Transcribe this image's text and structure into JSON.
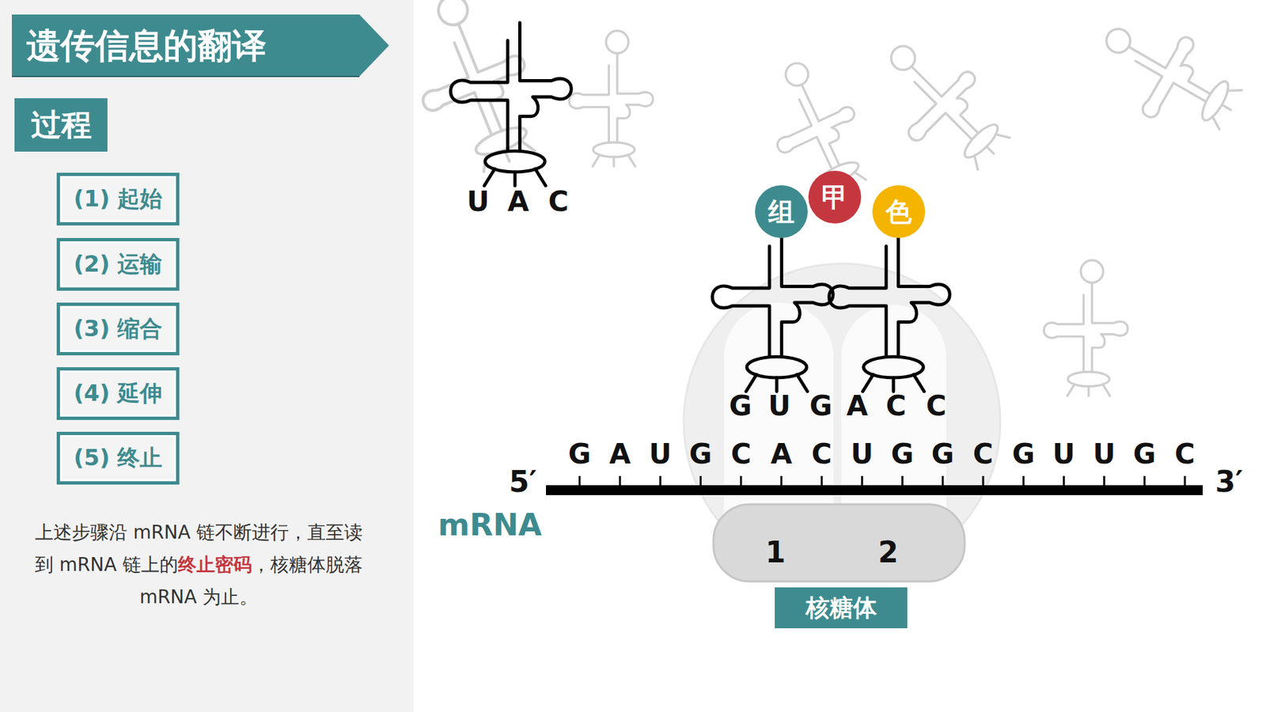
{
  "diagram": {
    "title": "遗传信息的翻译",
    "nodes": [
      {
        "text": [
          "过程"
        ]
      },
      {
        "text": [
          "(1) 起始"
        ]
      },
      {
        "text": [
          "(2) 运输"
        ]
      },
      {
        "text": [
          "(3) 缩合"
        ]
      },
      {
        "text": [
          "(4) 延伸"
        ]
      },
      {
        "text": [
          "(5) 终止"
        ]
      },
      {
        "text": [
          "组"
        ]
      },
      {
        "text": [
          "甲"
        ]
      },
      {
        "text": [
          "色"
        ]
      },
      {
        "text": [
          "核糖体"
        ]
      }
    ],
    "labels": [
      "上述步骤沿 mRNA 链不断进行，直至读到 mRNA 链上的",
      "终止密码",
      "，核糖体脱落 mRNA 为止。",
      "U",
      "A",
      "C",
      "G",
      "U",
      "G",
      "A",
      "C",
      "C",
      "5′",
      "G",
      "A",
      "U",
      "G",
      "C",
      "A",
      "C",
      "U",
      "G",
      "G",
      "C",
      "G",
      "U",
      "U",
      "G",
      "C",
      "3′",
      "mRNA",
      "1",
      "2"
    ]
  }
}
